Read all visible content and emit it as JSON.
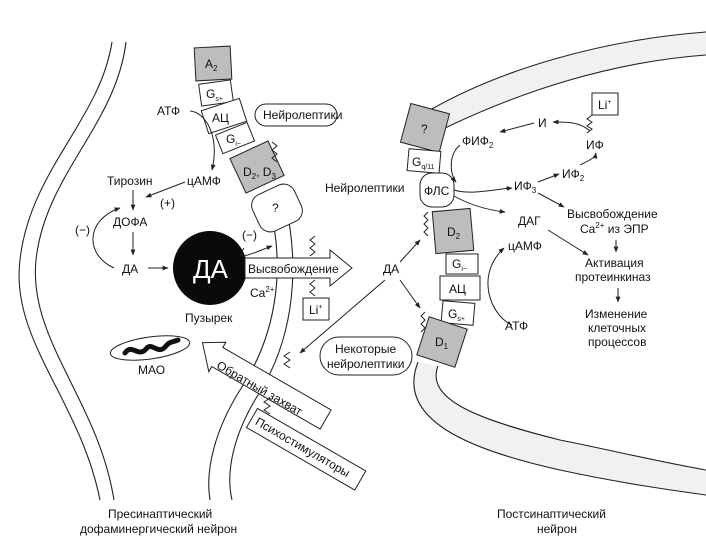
{
  "diagram": {
    "type": "dopaminergic-synapse",
    "presynaptic": {
      "caption_line1": "Пресинаптический",
      "caption_line2": "дофаминергический нейрон",
      "receptors": {
        "a2": "A",
        "a2_sub": "2",
        "gs": "G",
        "gs_sub": "s+",
        "ac": "АЦ",
        "gi": "G",
        "gi_sub": "i−",
        "d2d3": "D",
        "d2d3_sub1": "2",
        "d2d3_mid": ", D",
        "d2d3_sub2": "3",
        "unknown": "?"
      },
      "neuroleptics": "Нейролептики",
      "atp": "АТФ",
      "camp": "цАМФ",
      "plus": "(+)",
      "minus_left": "(−)",
      "minus_right": "(−)",
      "tyrosine": "Тирозин",
      "dopa": "ДОФА",
      "da_small": "ДА",
      "vesicle_da": "ДА",
      "vesicle_label": "Пузырек",
      "release": "Высвобождение",
      "calcium": "Ca",
      "calcium_sup": "2+",
      "lithium": "Li",
      "lithium_sup": "+",
      "mao": "МАО",
      "reuptake": "Обратный захват",
      "psychostimulants": "Психостимуляторы"
    },
    "synaptic_cleft": {
      "da": "ДА",
      "some_neuroleptics_line1": "Некоторые",
      "some_neuroleptics_line2": "нейролептики",
      "neuroleptics": "Нейролептики"
    },
    "postsynaptic": {
      "caption_line1": "Постсинаптический",
      "caption_line2": "нейрон",
      "receptors": {
        "unknown": "?",
        "gq": "G",
        "gq_sub": "q/11",
        "plc": "ФЛС",
        "d2": "D",
        "d2_sub": "2",
        "gi": "G",
        "gi_sub": "i−",
        "ac": "АЦ",
        "gs": "G",
        "gs_sub": "s+",
        "d1": "D",
        "d1_sub": "1"
      },
      "pip2": "ФИФ",
      "pip2_sub": "2",
      "inositol": "И",
      "ip": "ИФ",
      "ip2": "ИФ",
      "ip2_sub": "2",
      "ip3": "ИФ",
      "ip3_sub": "3",
      "dag": "ДАГ",
      "camp": "цАМФ",
      "atp": "АТФ",
      "lithium": "Li",
      "lithium_sup": "+",
      "ca_release_line1": "Высвобождение",
      "ca_release_line2a": "Ca",
      "ca_release_sup": "2+",
      "ca_release_line2b": " из ЭПР",
      "pk_line1": "Активация",
      "pk_line2": "протеинкиназ",
      "change_line1": "Изменение",
      "change_line2": "клеточных",
      "change_line3": "процессов"
    }
  }
}
